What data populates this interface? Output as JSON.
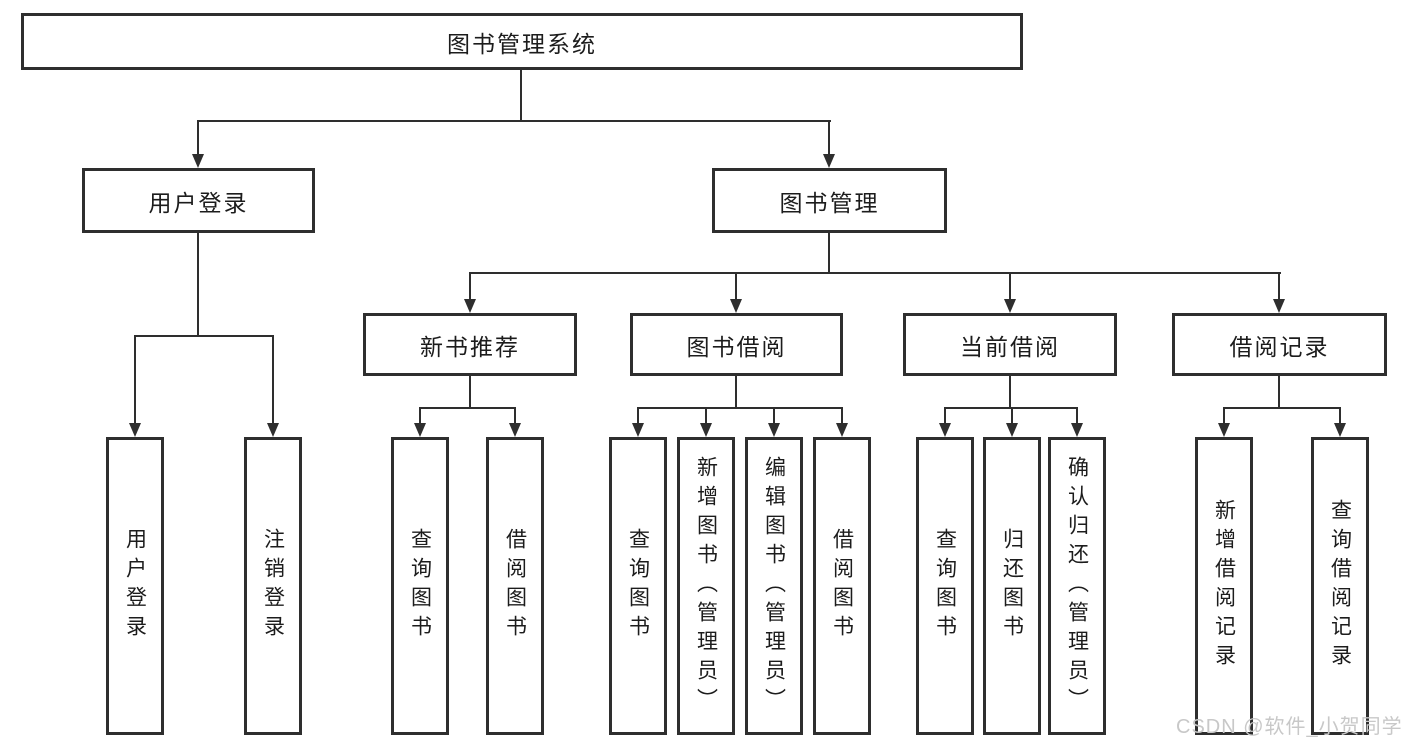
{
  "diagram": {
    "title": "图书管理系统",
    "root": {
      "label": "图书管理系统"
    },
    "level2": [
      {
        "label": "用户登录"
      },
      {
        "label": "图书管理"
      }
    ],
    "level3": [
      {
        "label": "新书推荐",
        "parent": "图书管理"
      },
      {
        "label": "图书借阅",
        "parent": "图书管理"
      },
      {
        "label": "当前借阅",
        "parent": "图书管理"
      },
      {
        "label": "借阅记录",
        "parent": "图书管理"
      }
    ],
    "leaves": [
      {
        "label": "用户登录",
        "parent": "用户登录"
      },
      {
        "label": "注销登录",
        "parent": "用户登录"
      },
      {
        "label": "查询图书",
        "parent": "新书推荐"
      },
      {
        "label": "借阅图书",
        "parent": "新书推荐"
      },
      {
        "label": "查询图书",
        "parent": "图书借阅"
      },
      {
        "label": "新增图书（管理员）",
        "parent": "图书借阅"
      },
      {
        "label": "编辑图书（管理员）",
        "parent": "图书借阅"
      },
      {
        "label": "借阅图书",
        "parent": "图书借阅"
      },
      {
        "label": "查询图书",
        "parent": "当前借阅"
      },
      {
        "label": "归还图书",
        "parent": "当前借阅"
      },
      {
        "label": "确认归还（管理员）",
        "parent": "当前借阅"
      },
      {
        "label": "新增借阅记录",
        "parent": "借阅记录"
      },
      {
        "label": "查询借阅记录",
        "parent": "借阅记录"
      }
    ]
  },
  "watermark": {
    "text": "CSDN @软件_小贺同学"
  },
  "colors": {
    "line": "#2e2e2e",
    "text": "#1c1c1c",
    "watermark": "#c8c8c8",
    "background": "#ffffff"
  }
}
